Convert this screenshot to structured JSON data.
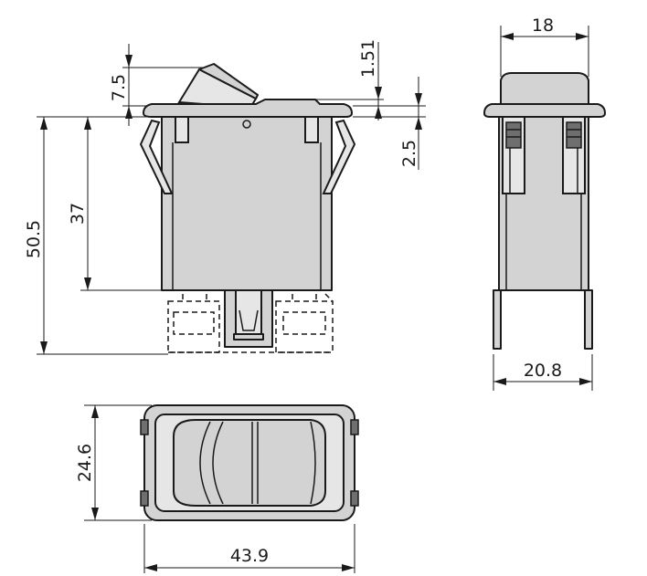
{
  "dimensions": {
    "top_width": "18",
    "rocker_offset": "1.51",
    "rocker_height": "7.5",
    "flange_thickness": "2.5",
    "body_height": "37",
    "total_height": "50.5",
    "side_width": "20.8",
    "face_height": "24.6",
    "face_width": "43.9"
  },
  "colors": {
    "body_fill": "#d3d3d3",
    "line": "#1a1a1a",
    "background": "#ffffff"
  }
}
